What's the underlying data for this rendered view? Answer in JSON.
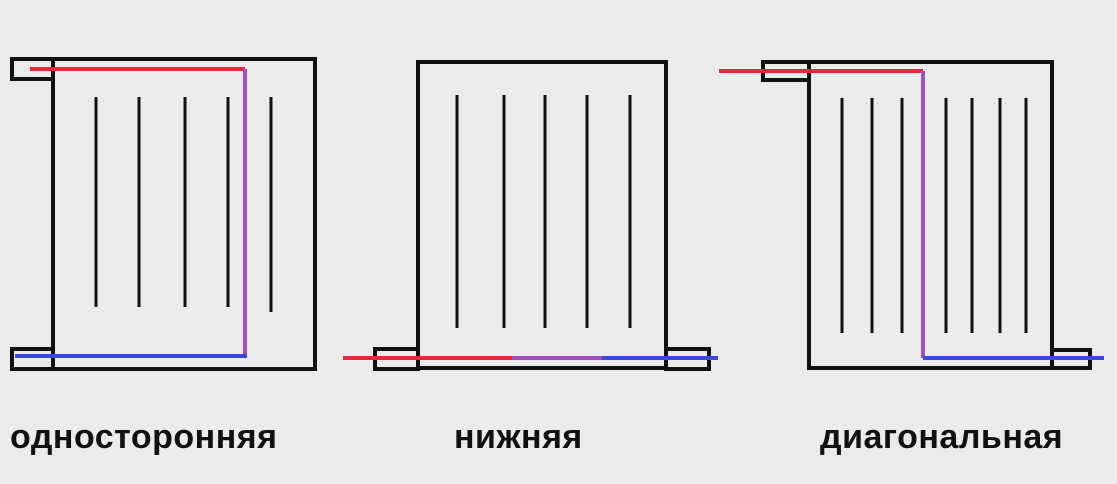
{
  "colors": {
    "background": "#ebebeb",
    "outline": "#111111",
    "supply": "#e8273a",
    "return": "#3b48dc",
    "mixed": "#a24fc0"
  },
  "diagrams": [
    {
      "label": "односторонняя",
      "connection": "one-sided",
      "fins": 5
    },
    {
      "label": "нижняя",
      "connection": "bottom",
      "fins": 5
    },
    {
      "label": "диагональная",
      "connection": "diagonal",
      "fins": 7
    }
  ]
}
